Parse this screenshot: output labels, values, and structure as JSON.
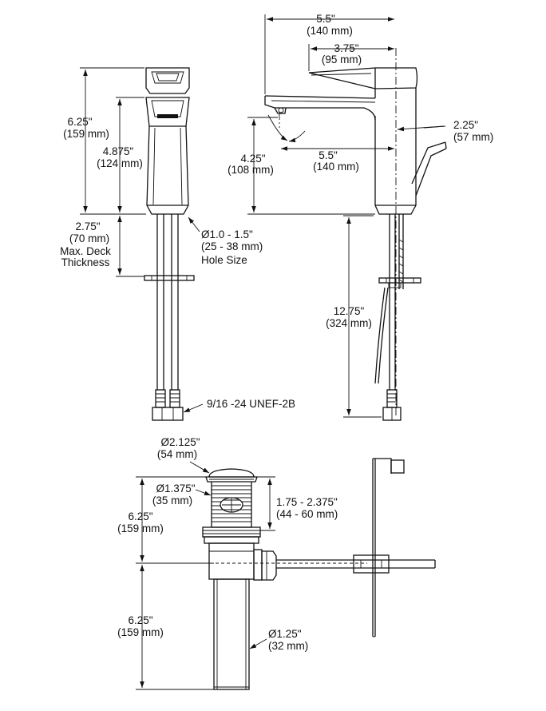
{
  "front_view": {
    "overall_height": {
      "in": "6.25\"",
      "mm": "(159 mm)"
    },
    "spout_height": {
      "in": "4.875\"",
      "mm": "(124 mm)"
    },
    "deck_thickness": {
      "in": "2.75\"",
      "mm": "(70 mm)",
      "label_1": "Max. Deck",
      "label_2": "Thickness"
    },
    "hole_size": {
      "in": "Ø1.0 - 1.5\"",
      "mm": "(25 - 38 mm)",
      "label": "Hole Size"
    },
    "connection": "9/16 -24 UNEF-2B"
  },
  "side_view": {
    "overall_reach": {
      "in": "5.5\"",
      "mm": "(140 mm)"
    },
    "handle_reach": {
      "in": "3.75\"",
      "mm": "(95 mm)"
    },
    "handle_clearance": {
      "in": "2.25\"",
      "mm": "(57 mm)"
    },
    "aerator_height": {
      "in": "4.25\"",
      "mm": "(108 mm)"
    },
    "spout_reach": {
      "in": "5.5\"",
      "mm": "(140 mm)"
    },
    "supply_length": {
      "in": "12.75\"",
      "mm": "(324 mm)"
    }
  },
  "drain_view": {
    "flange_dia": {
      "in": "Ø2.125\"",
      "mm": "(54 mm)"
    },
    "body_dia": {
      "in": "Ø1.375\"",
      "mm": "(35 mm)"
    },
    "thread_length": {
      "in": "1.75 - 2.375\"",
      "mm": "(44 - 60 mm)"
    },
    "upper_height": {
      "in": "6.25\"",
      "mm": "(159 mm)"
    },
    "tailpiece_length": {
      "in": "6.25\"",
      "mm": "(159 mm)"
    },
    "tailpiece_dia": {
      "in": "Ø1.25\"",
      "mm": "(32 mm)"
    }
  }
}
